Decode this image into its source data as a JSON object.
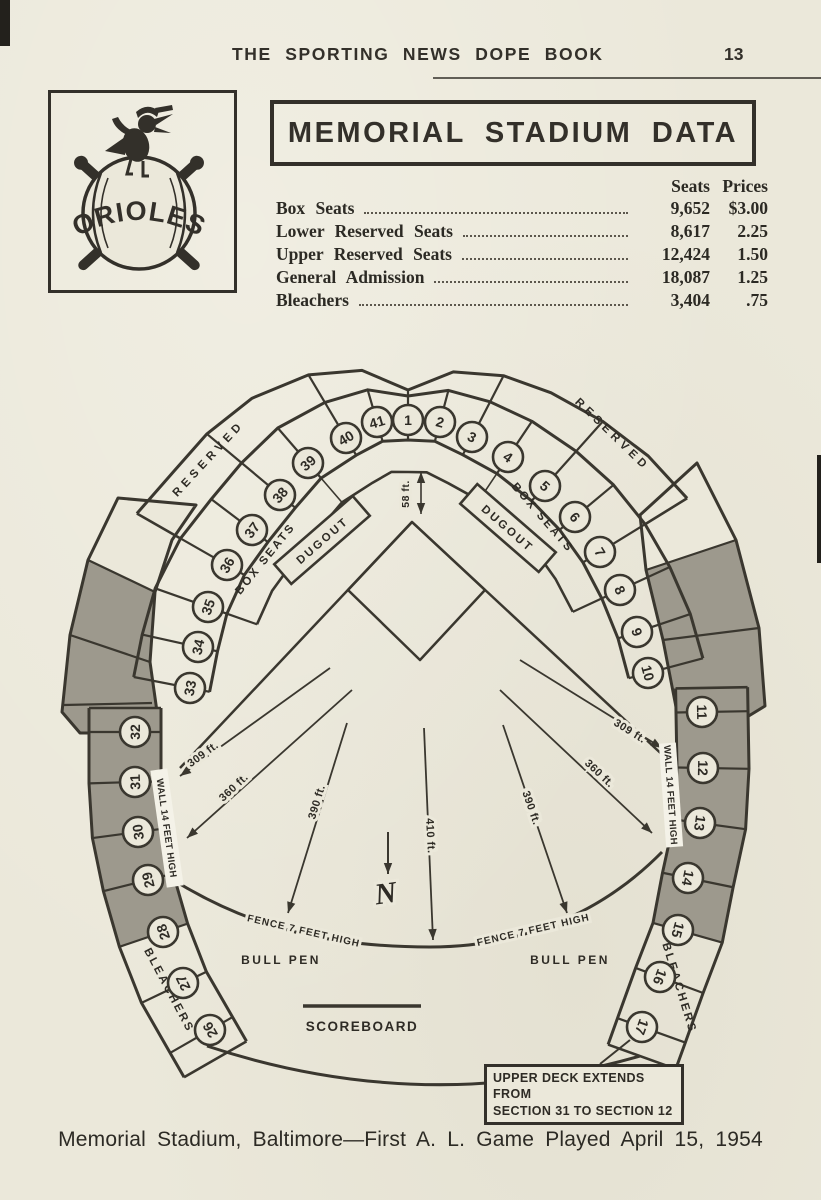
{
  "page": {
    "header_title": "THE SPORTING NEWS DOPE BOOK",
    "page_number": "13",
    "caption": "Memorial Stadium, Baltimore—First A. L. Game Played April 15, 1954"
  },
  "logo": {
    "team": "ORIOLES"
  },
  "stadium_box": {
    "title": "MEMORIAL STADIUM DATA"
  },
  "pricing_table": {
    "col_seats": "Seats",
    "col_prices": "Prices",
    "rows": [
      {
        "label": "Box Seats",
        "seats": "9,652",
        "price": "$3.00"
      },
      {
        "label": "Lower Reserved Seats",
        "seats": "8,617",
        "price": "2.25"
      },
      {
        "label": "Upper Reserved Seats",
        "seats": "12,424",
        "price": "1.50"
      },
      {
        "label": "General Admission",
        "seats": "18,087",
        "price": "1.25"
      },
      {
        "label": "Bleachers",
        "seats": "3,404",
        "price": ".75"
      }
    ]
  },
  "diagram": {
    "upper_sections": [
      "33",
      "34",
      "35",
      "36",
      "37",
      "38",
      "39",
      "40",
      "41",
      "1",
      "2",
      "3",
      "4",
      "5",
      "6",
      "7",
      "8",
      "9",
      "10"
    ],
    "left_lower_sections": [
      "32",
      "31",
      "30",
      "29",
      "28",
      "27",
      "26"
    ],
    "right_lower_sections": [
      "11",
      "12",
      "13",
      "14",
      "15",
      "16",
      "17"
    ],
    "labels": {
      "reserved_left": "RESERVED",
      "reserved_right": "RESERVED",
      "box_seats_left": "BOX SEATS",
      "box_seats_right": "BOX SEATS",
      "dugout_left": "DUGOUT",
      "dugout_right": "DUGOUT",
      "wall_left": "WALL 14 FEET HIGH",
      "wall_right": "WALL 14 FEET HIGH",
      "bleachers_left": "BLEACHERS",
      "bleachers_right": "BLEACHERS",
      "fence_left": "FENCE 7 FEET HIGH",
      "fence_right": "FENCE 7 FEET HIGH",
      "bullpen_left": "BULL PEN",
      "bullpen_right": "BULL PEN",
      "scoreboard": "SCOREBOARD",
      "north": "N"
    },
    "distances": {
      "backstop": "58 ft.",
      "left_foul": "309 ft.",
      "left_power": "360 ft.",
      "left_center": "390 ft.",
      "center": "410 ft.",
      "right_center": "390 ft.",
      "right_power": "360 ft.",
      "right_foul": "309 ft."
    },
    "note_line1": "UPPER DECK EXTENDS FROM",
    "note_line2": "SECTION 31 TO SECTION 12"
  },
  "colors": {
    "paper": "#ebe8da",
    "ink": "#3a372f",
    "shade": "#9d998d"
  }
}
